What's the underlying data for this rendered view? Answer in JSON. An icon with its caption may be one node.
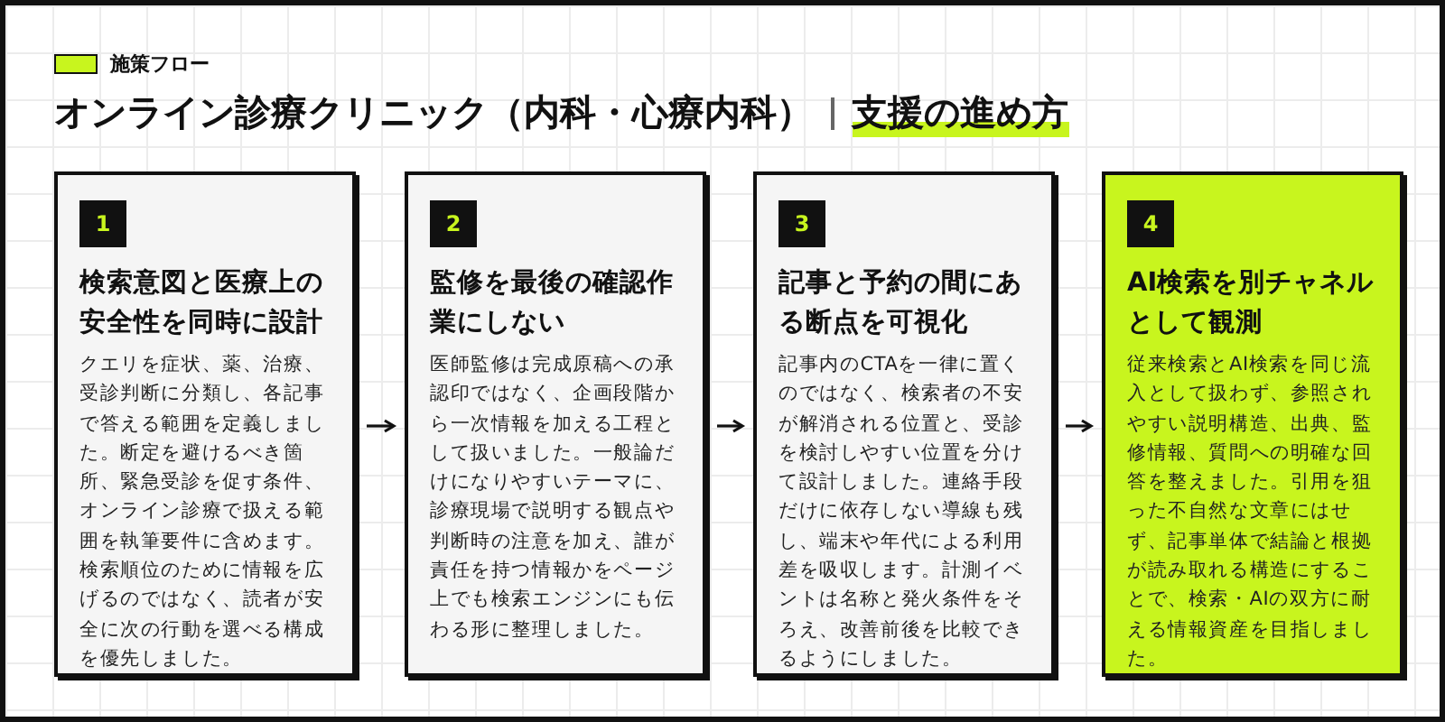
{
  "diagram": {
    "title": "オンライン診療クリニック（内科・心療内科）",
    "nodes": [
      {
        "text": [
          "1",
          "検索意図と医療上の安全性を同時に設計",
          "クエリを症状、薬、治療、受診判断に分類し、各記事で答える範囲を定義しました。断定を避けるべき箇所、緊急受診を促す条件、オンライン診療で扱える範囲を執筆要件に含めます。検索順位のために情報を広げるのではなく、読者が安全に次の行動を選べる構成を優先しました。"
        ]
      },
      {
        "text": [
          "2",
          "監修を最後の確認作業にしない",
          "医師監修は完成原稿への承認印ではなく、企画段階から一次情報を加える工程として扱いました。一般論だけになりやすいテーマに、診療現場で説明する観点や判断時の注意を加え、誰が責任を持つ情報かをページ上でも検索エンジンにも伝わる形に整理しました。"
        ]
      },
      {
        "text": [
          "3",
          "記事と予約の間にある断点を可視化",
          "記事内のCTAを一律に置くのではなく、検索者の不安が解消される位置と、受診を検討しやすい位置を分けて設計しました。連絡手段だけに依存しない導線も残し、端末や年代による利用差を吸収します。計測イベントは名称と発火条件をそろえ、改善前後を比較できるようにしました。"
        ]
      },
      {
        "text": [
          "4",
          "AI検索を別チャネルとして観測",
          "従来検索とAI検索を同じ流入として扱わず、参照されやすい説明構造、出典、監修情報、質問への明確な回答を整えました。引用を狙った不自然な文章にはせず、記事単体で結論と根拠が読み取れる構造にすることで、検索・AIの双方に耐える情報資産を目指しました。"
        ]
      }
    ],
    "edges": [
      {
        "from": 0,
        "to": 1,
        "arrow": "to"
      },
      {
        "from": 1,
        "to": 2,
        "arrow": "to"
      },
      {
        "from": 2,
        "to": 3,
        "arrow": "to"
      }
    ],
    "labels": [
      "施策フロー",
      "支援の進め方"
    ]
  }
}
